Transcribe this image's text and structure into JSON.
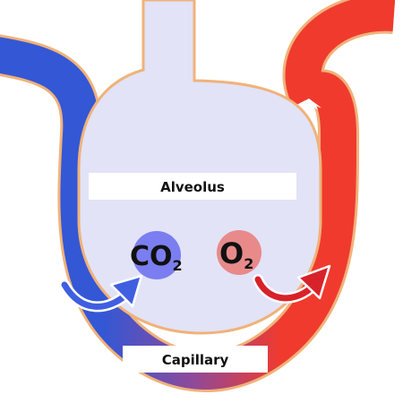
{
  "labels": {
    "alveolus": "Alveolus",
    "capillary": "Capillary"
  },
  "gases": {
    "co2": {
      "symbol": "CO",
      "subscript": "2"
    },
    "o2": {
      "symbol": "O",
      "subscript": "2"
    }
  },
  "colors": {
    "deoxygenated_blood": "#3457d5",
    "oxygenated_blood": "#f03a2e",
    "alveolus_fill": "#e2e3f7",
    "alveolus_outline": "#f0b27a",
    "co2_bubble": "#7b7ef0",
    "o2_bubble": "#e88a8a",
    "co2_arrow": "#3f5fe0",
    "o2_arrow": "#d8222a"
  }
}
